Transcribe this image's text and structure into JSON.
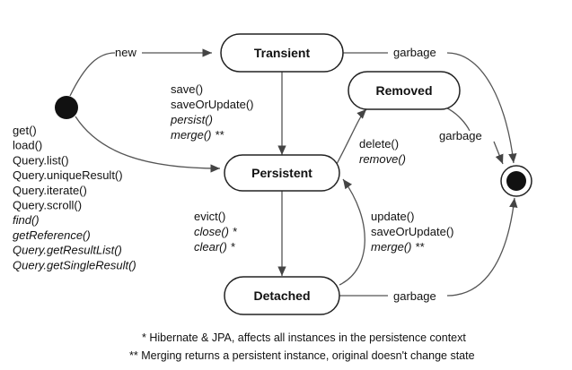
{
  "states": {
    "transient": "Transient",
    "persistent": "Persistent",
    "detached": "Detached",
    "removed": "Removed"
  },
  "edges": {
    "new": "new",
    "garbage": "garbage"
  },
  "initial_to_persistent": [
    {
      "text": "get()",
      "italic": false
    },
    {
      "text": "load()",
      "italic": false
    },
    {
      "text": "Query.list()",
      "italic": false
    },
    {
      "text": "Query.uniqueResult()",
      "italic": false
    },
    {
      "text": "Query.iterate()",
      "italic": false
    },
    {
      "text": "Query.scroll()",
      "italic": false
    },
    {
      "text": "find()",
      "italic": true
    },
    {
      "text": "getReference()",
      "italic": true
    },
    {
      "text": "Query.getResultList()",
      "italic": true
    },
    {
      "text": "Query.getSingleResult()",
      "italic": true
    }
  ],
  "transient_to_persistent": [
    {
      "text": "save()",
      "italic": false
    },
    {
      "text": "saveOrUpdate()",
      "italic": false
    },
    {
      "text": "persist()",
      "italic": true
    },
    {
      "text": "merge() **",
      "italic": true
    }
  ],
  "persistent_to_detached": [
    {
      "text": "evict()",
      "italic": false
    },
    {
      "text": "close() *",
      "italic": true
    },
    {
      "text": "clear() *",
      "italic": true
    }
  ],
  "detached_to_persistent": [
    {
      "text": "update()",
      "italic": false
    },
    {
      "text": "saveOrUpdate()",
      "italic": false
    },
    {
      "text": "merge() **",
      "italic": true
    }
  ],
  "persistent_to_removed": [
    {
      "text": "delete()",
      "italic": false
    },
    {
      "text": "remove()",
      "italic": true
    }
  ],
  "footnotes": {
    "single_star": "* Hibernate & JPA, affects all instances in the persistence context",
    "double_star": "** Merging returns a persistent instance, original doesn't change state"
  }
}
